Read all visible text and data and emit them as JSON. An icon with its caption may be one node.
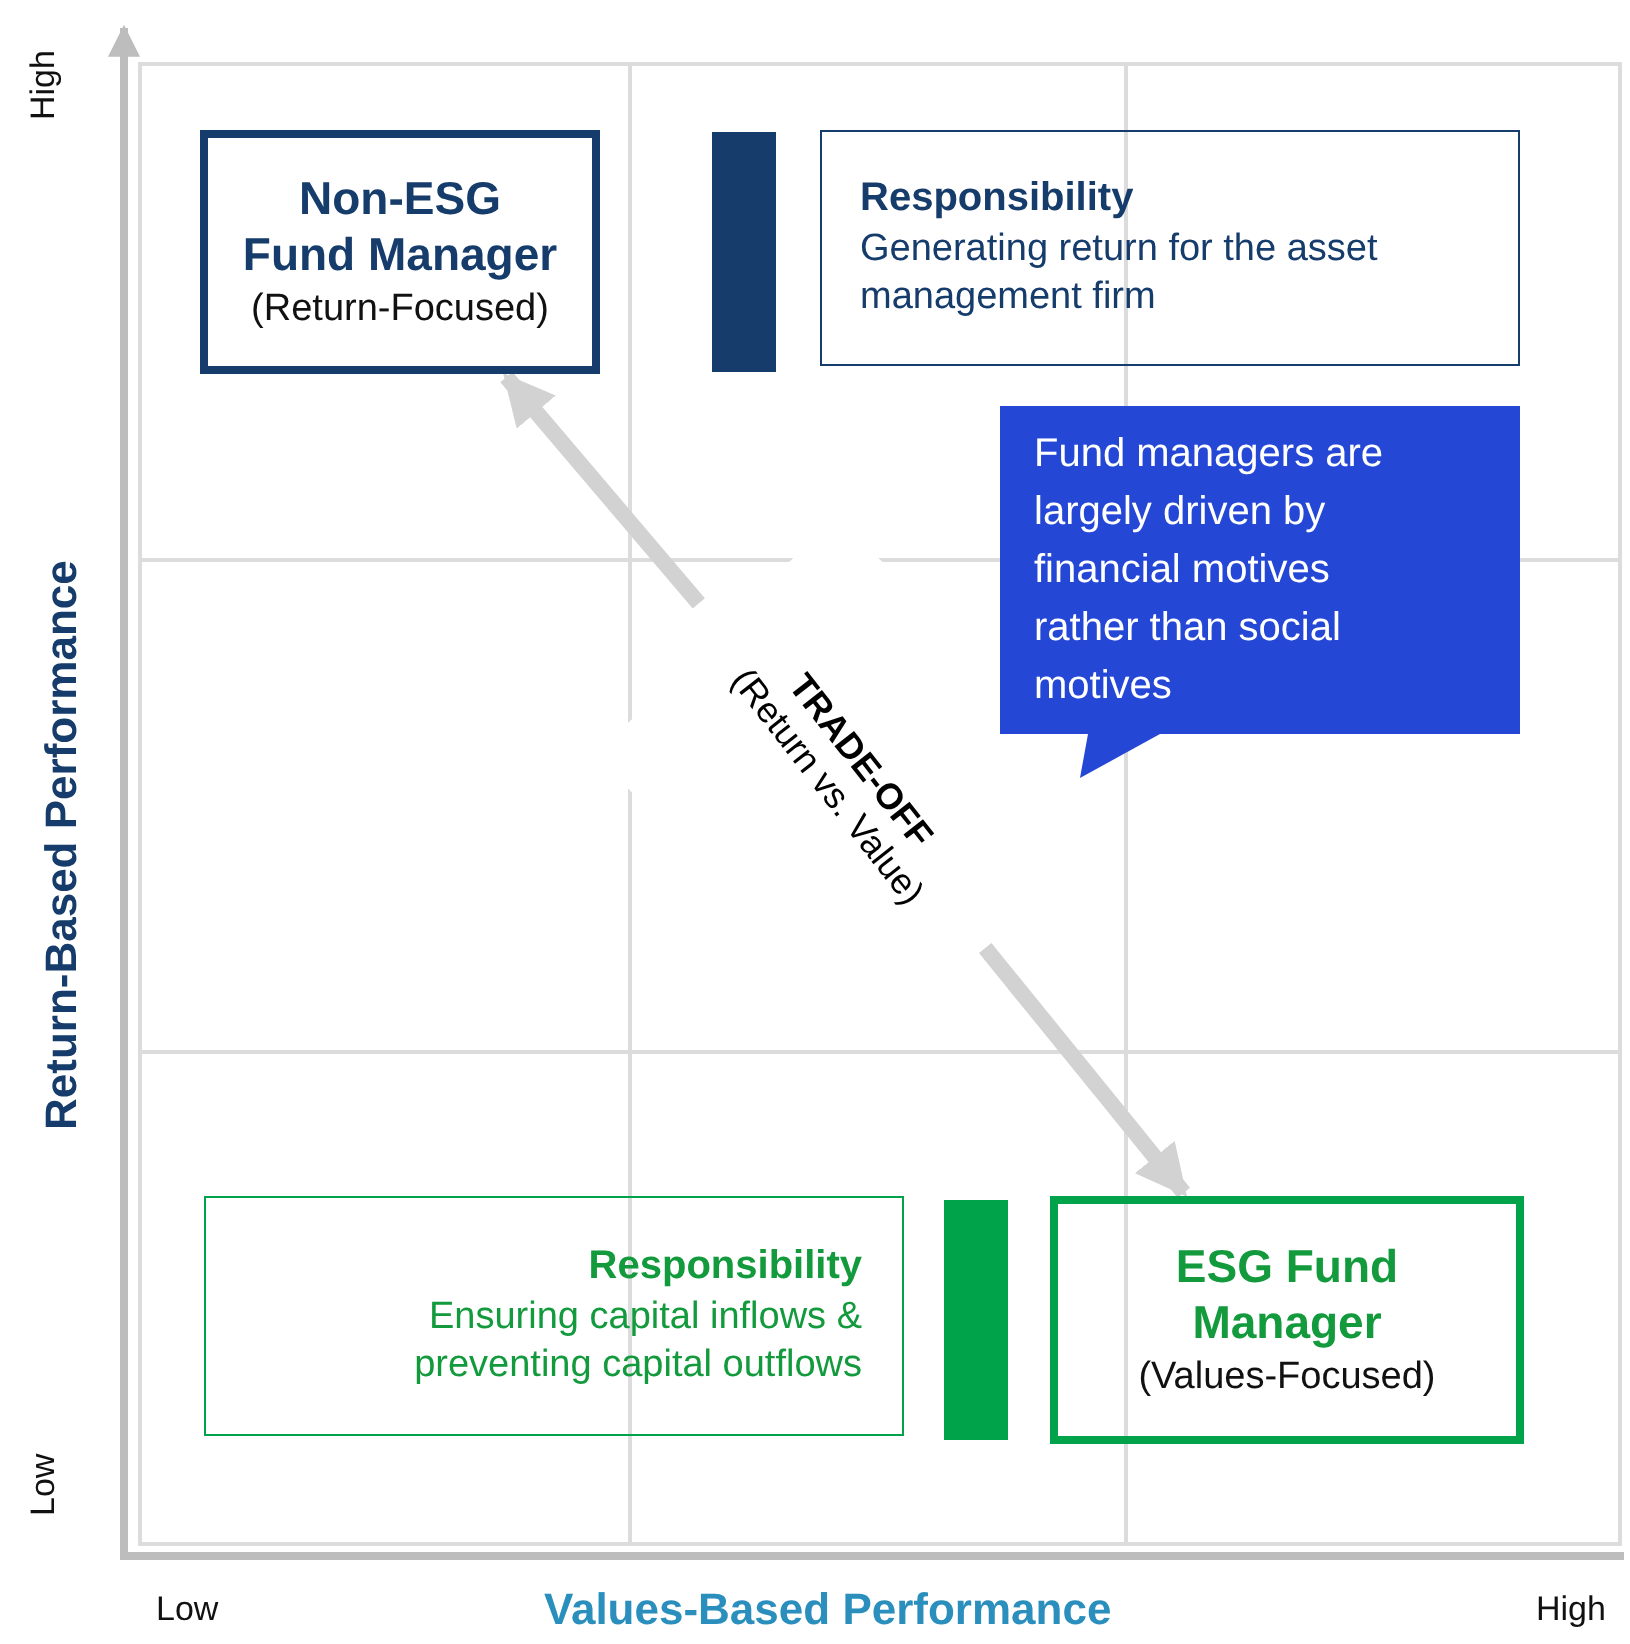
{
  "diagram": {
    "nodes": [
      {
        "text": [
          "Non-ESG Fund Manager",
          "(Return-Focused)"
        ]
      },
      {
        "text": [
          "Responsibility",
          "Generating return for the asset management firm"
        ]
      },
      {
        "text": [
          "Fund managers are largely driven by financial motives rather than social motives"
        ]
      },
      {
        "text": [
          "Responsibility",
          "Ensuring capital inflows & preventing capital outflows"
        ]
      },
      {
        "text": [
          "ESG Fund Manager",
          "(Values-Focused)"
        ]
      },
      {
        "text": [
          "TRADE-OFF",
          "(Return vs. Value)"
        ]
      }
    ],
    "edges": [
      {
        "from": 5,
        "to": 0,
        "arrow": "to"
      },
      {
        "from": 5,
        "to": 4,
        "arrow": "to"
      }
    ],
    "labels": [
      "High",
      "Return-Based Performance",
      "Low",
      "Low",
      "Values-Based Performance",
      "High"
    ]
  }
}
